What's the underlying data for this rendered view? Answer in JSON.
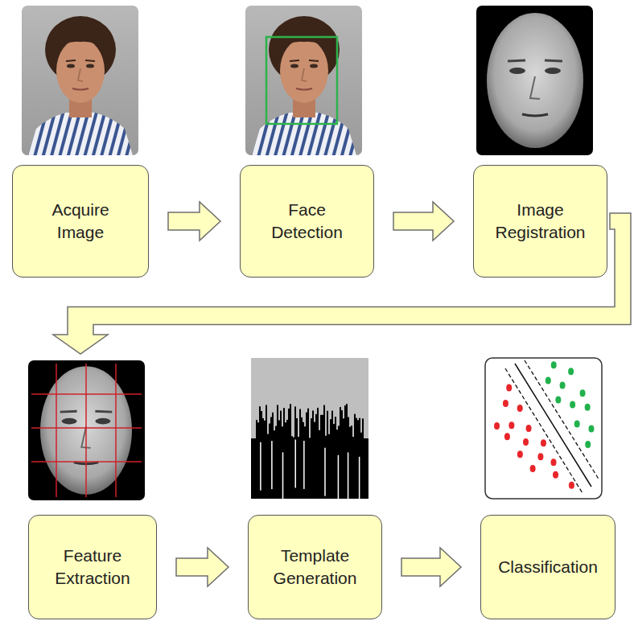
{
  "diagram": {
    "nodes": [
      {
        "text": [
          "Acquire Image"
        ]
      },
      {
        "text": [
          "Face Detection"
        ]
      },
      {
        "text": [
          "Image Registration"
        ]
      },
      {
        "text": [
          "Feature Extraction"
        ]
      },
      {
        "text": [
          "Template Generation"
        ]
      },
      {
        "text": [
          "Classification"
        ]
      }
    ],
    "edges": [
      {
        "from": 0,
        "to": 1,
        "arrow": "to"
      },
      {
        "from": 1,
        "to": 2,
        "arrow": "to"
      },
      {
        "from": 2,
        "to": 3,
        "arrow": "to"
      },
      {
        "from": 3,
        "to": 4,
        "arrow": "to"
      },
      {
        "from": 4,
        "to": 5,
        "arrow": "to"
      }
    ]
  }
}
